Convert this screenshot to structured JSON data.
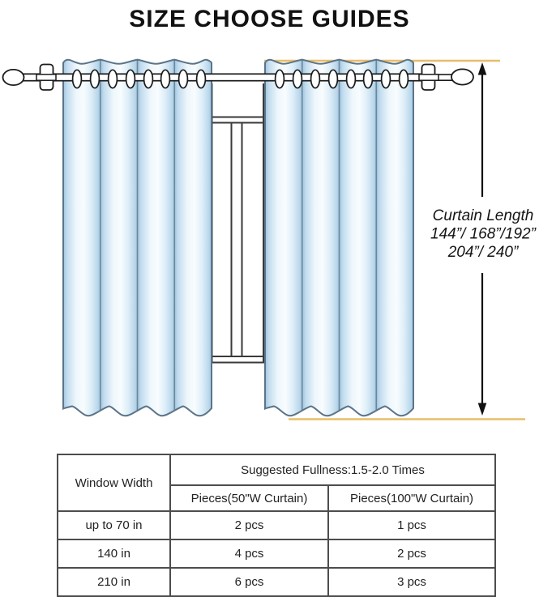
{
  "title": "SIZE CHOOSE GUIDES",
  "diagram": {
    "curtain_length_label": "Curtain Length",
    "curtain_length_line2": "144”/ 168”/192”",
    "curtain_length_line3": "204”/ 240”",
    "colors": {
      "guide_line": "#e9be69",
      "curtain_edge": "#9fc6e2",
      "curtain_center": "#f8fcfe",
      "curtain_outline": "#5c7488",
      "frame_line": "#3a3a3a"
    }
  },
  "table": {
    "window_width_header": "Window Width",
    "fullness_header": "Suggested Fullness:1.5-2.0 Times",
    "col_headers": [
      "Pieces(50\"W Curtain)",
      "Pieces(100\"W Curtain)"
    ],
    "rows": [
      {
        "width": "up to 70 in",
        "pieces_50": "2 pcs",
        "pieces_100": "1 pcs"
      },
      {
        "width": "140 in",
        "pieces_50": "4 pcs",
        "pieces_100": "2 pcs"
      },
      {
        "width": "210 in",
        "pieces_50": "6 pcs",
        "pieces_100": "3 pcs"
      }
    ]
  }
}
